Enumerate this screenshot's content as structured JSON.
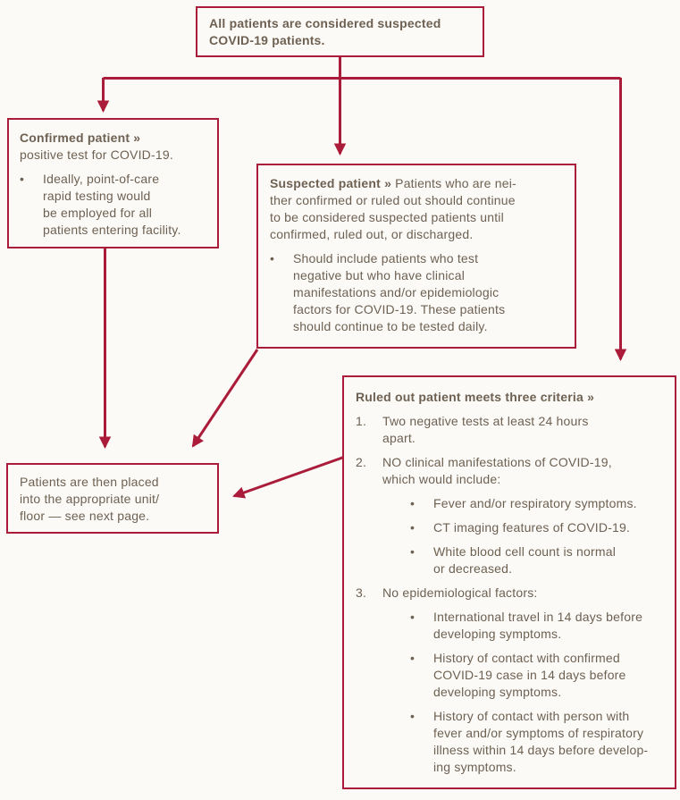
{
  "colors": {
    "accent": "#AA1C3A",
    "ink": "#6E6152",
    "bg": "#FBFAF7"
  },
  "glyphs": {
    "bullet": "•"
  },
  "boxes": {
    "top": {
      "text": "All patients are considered suspected\nCOVID-19 patients."
    },
    "confirmed": {
      "title": "Confirmed patient »",
      "subtitle": "positive test for COVID-19.",
      "bullets": [
        "Ideally, point-of-care\nrapid testing would\nbe employed for all\npatients entering facility."
      ]
    },
    "suspected": {
      "title": "Suspected patient »",
      "intro": " Patients who are nei-\nther confirmed or ruled out should continue\nto be considered suspected patients until\nconfirmed, ruled out, or discharged.",
      "bullets": [
        "Should include patients who test\nnegative but who have clinical\nmanifestations and/or epidemiologic\nfactors for COVID-19. These patients\nshould continue to be tested daily."
      ]
    },
    "ruled_out": {
      "title": "Ruled out patient meets three criteria »",
      "items": [
        {
          "number": "1.",
          "text": "Two negative tests at least 24 hours\napart.",
          "sub": []
        },
        {
          "number": "2.",
          "text": "NO clinical manifestations of COVID-19,\nwhich would include:",
          "sub": [
            "Fever and/or respiratory symptoms.",
            "CT imaging features of COVID-19.",
            "White blood cell count is normal\nor decreased."
          ]
        },
        {
          "number": "3.",
          "text": "No epidemiological factors:",
          "sub": [
            "International travel in 14 days before\ndeveloping symptoms.",
            "History of contact with confirmed\nCOVID-19 case in 14 days before\ndeveloping symptoms.",
            "History of contact with person with\nfever and/or symptoms of respiratory\nillness within 14 days before develop-\ning symptoms."
          ]
        }
      ]
    },
    "placement": {
      "text": "Patients are then placed\ninto the appropriate unit/\nfloor — see next page."
    }
  }
}
